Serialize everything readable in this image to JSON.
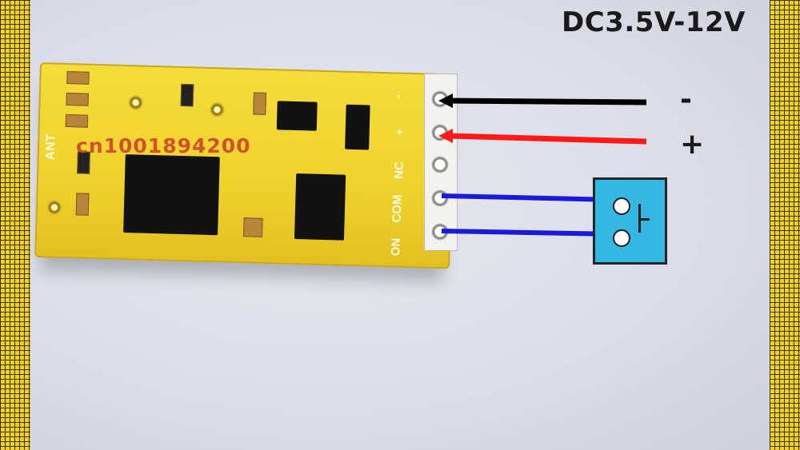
{
  "voltage_label": "DC3.5V-12V",
  "watermark": "cn1001894200",
  "board_labels": {
    "antenna": "ANT",
    "minus": "-",
    "plus": "+",
    "nc": "NC",
    "com": "COM",
    "on": "ON"
  },
  "wire_labels": {
    "minus": "-",
    "plus": "+"
  },
  "colors": {
    "board": "#f0d22c",
    "wire_negative": "#000000",
    "wire_positive": "#ff1a1a",
    "wire_switch": "#1a1ad8",
    "switch_box": "#34b7e3",
    "side_border": "#f5d21a"
  }
}
